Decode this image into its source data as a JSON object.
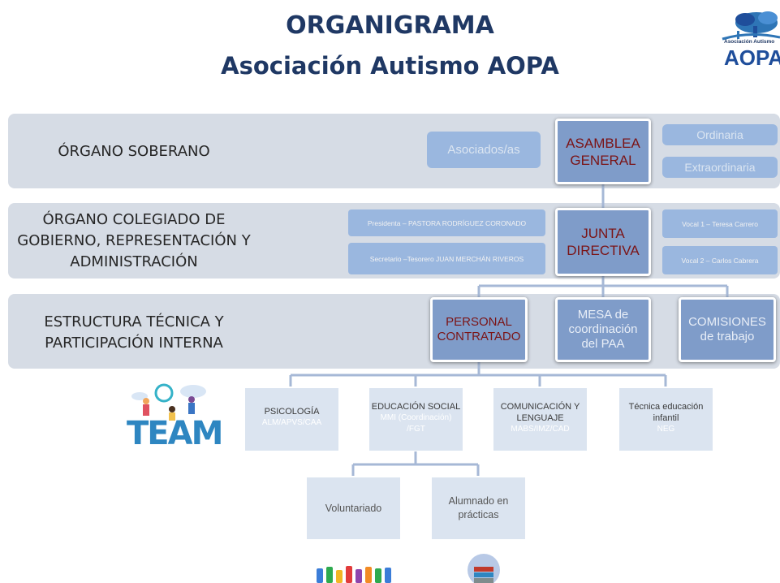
{
  "title_line1": "ORGANIGRAMA",
  "title_line2": "Asociación Autismo AOPA",
  "logo": {
    "line1": "Asociación Autismo",
    "line2": "AOPA"
  },
  "bands": {
    "soberano": "ÓRGANO SOBERANO",
    "colegiado": "ÓRGANO COLEGIADO DE GOBIERNO, REPRESENTACIÓN Y ADMINISTRACIÓN",
    "tecnica": "ESTRUCTURA TÉCNICA Y PARTICIPACIÓN INTERNA"
  },
  "row1": {
    "asociados": "Asociados/as",
    "asamblea": "ASAMBLEA GENERAL",
    "ordinaria": "Ordinaria",
    "extraordinaria": "Extraordinaria"
  },
  "row2": {
    "presidenta": "Presidenta – PASTORA RODRÍGUEZ CORONADO",
    "secretario": "Secretario –Tesorero JUAN MERCHÁN RIVEROS",
    "junta": "JUNTA DIRECTIVA",
    "vocal1": "Vocal 1 – Teresa Carrero",
    "vocal2": "Vocal 2 – Carlos Cabrera"
  },
  "row3": {
    "personal": "PERSONAL CONTRATADO",
    "mesa": "MESA de coordinación del PAA",
    "comisiones": "COMISIONES de trabajo"
  },
  "staff": [
    {
      "title": "PSICOLOGÍA",
      "sub": "ALM/APVS/CAA"
    },
    {
      "title": "EDUCACIÓN SOCIAL",
      "sub": "MMI (Coordinación) /FGT"
    },
    {
      "title": "COMUNICACIÓN Y LENGUAJE",
      "sub": "MABS/IMZ/CAD"
    },
    {
      "title": "Técnica educación infantil",
      "sub": "NEG"
    }
  ],
  "volunteers": {
    "voluntariado": "Voluntariado",
    "alumnado": "Alumnado en prácticas"
  },
  "team_word": "TEAM",
  "colors": {
    "title": "#1f3864",
    "band": "#d6dce5",
    "box_light": "#9ab7df",
    "box_dark": "#7f9cc9",
    "box_pale": "#dbe4f0",
    "connector": "#a6b8d6",
    "accent_red": "#7b1416"
  }
}
